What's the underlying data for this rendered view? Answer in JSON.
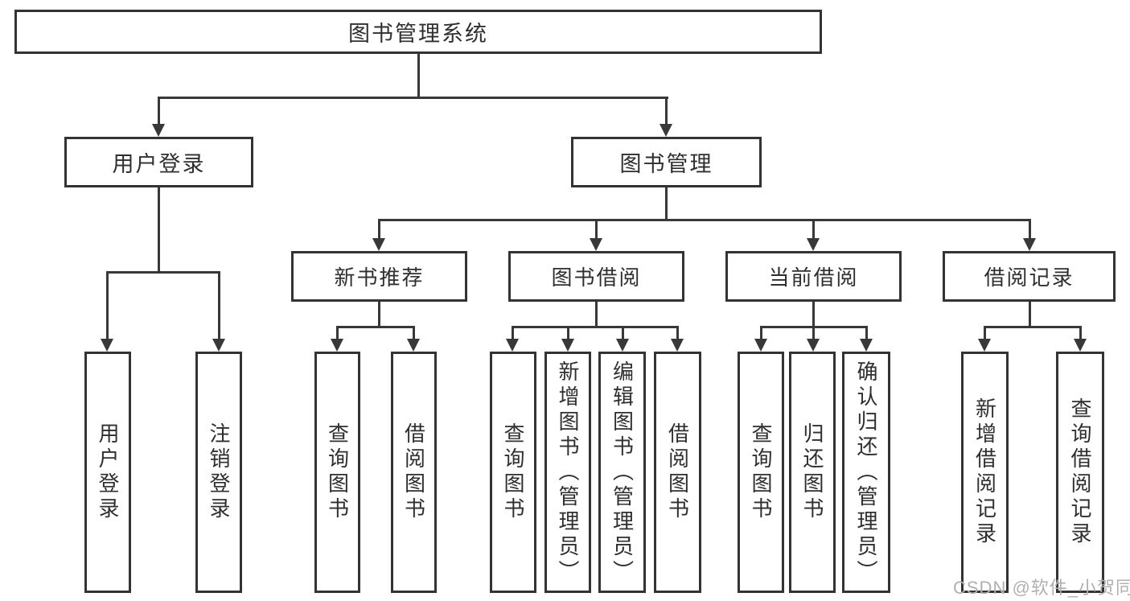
{
  "tree": {
    "label": "图书管理系统",
    "children": [
      {
        "label": "用户登录",
        "children": [
          {
            "label": "用户登录"
          },
          {
            "label": "注销登录"
          }
        ]
      },
      {
        "label": "图书管理",
        "children": [
          {
            "label": "新书推荐",
            "children": [
              {
                "label": "查询图书"
              },
              {
                "label": "借阅图书"
              }
            ]
          },
          {
            "label": "图书借阅",
            "children": [
              {
                "label": "查询图书"
              },
              {
                "label": "新增图书（管理员）"
              },
              {
                "label": "编辑图书（管理员）"
              },
              {
                "label": "借阅图书"
              }
            ]
          },
          {
            "label": "当前借阅",
            "children": [
              {
                "label": "查询图书"
              },
              {
                "label": "归还图书"
              },
              {
                "label": "确认归还（管理员）"
              }
            ]
          },
          {
            "label": "借阅记录",
            "children": [
              {
                "label": "新增借阅记录"
              },
              {
                "label": "查询借阅记录"
              }
            ]
          }
        ]
      }
    ]
  },
  "watermark": "CSDN @软件_小贺同学",
  "colors": {
    "line": "#383838",
    "box_border": "#333333",
    "text": "#2f2f2f",
    "watermark": "#b0b0b0",
    "background": "#ffffff"
  }
}
